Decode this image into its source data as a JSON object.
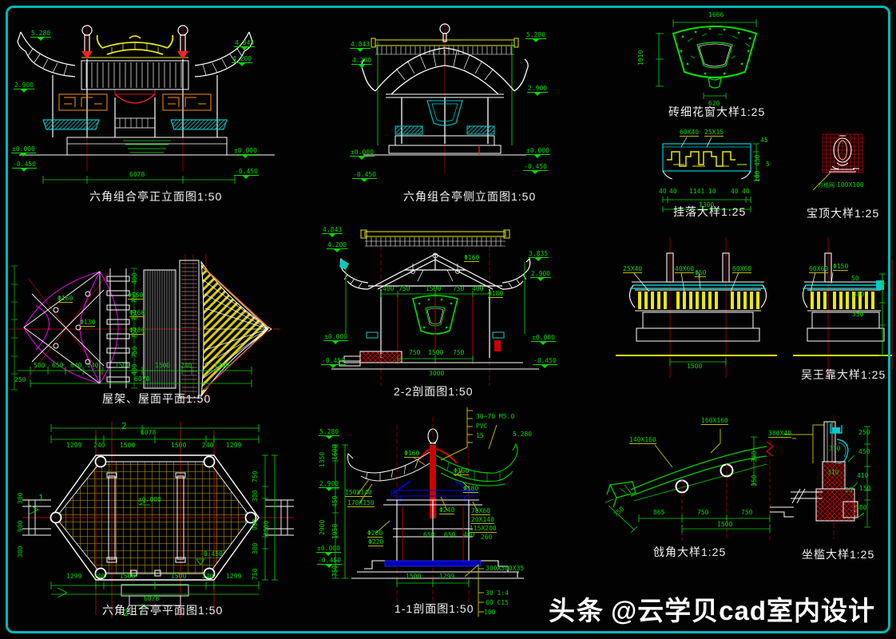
{
  "frame": {
    "watermark_brand": "头条",
    "watermark_handle": "@云学贝cad室内设计"
  },
  "views": {
    "front": {
      "title": "六角组合亭正立面图1:50",
      "levels_left": [
        "5.280",
        "2.900",
        "±0.000",
        "-0.450"
      ],
      "levels_right": [
        "4.843",
        "4.200",
        "±0.000",
        "-0.450"
      ],
      "dim_total": "6078"
    },
    "side": {
      "title": "六角组合亭侧立面图1:50",
      "levels_left": [
        "4.843",
        "4.200",
        "±0.000",
        "-0.450"
      ],
      "levels_right": [
        "5.280",
        "2.900",
        "±0.000",
        "-0.450"
      ]
    },
    "fan_window": {
      "title": "砖细花窗大样1:25",
      "dim_top": "1666",
      "dim_left": "1010",
      "dim_bottom": "620"
    },
    "gualuo": {
      "title": "挂落大样1:25",
      "label_frame": "60X40",
      "label_batten": "25X15",
      "dims_bottom": [
        "40",
        "40",
        "1141",
        "10",
        "40",
        "40"
      ],
      "dim_total": "1300",
      "dims_right": [
        "45",
        "450",
        "100",
        "5"
      ]
    },
    "baoding": {
      "title": "宝顶大样1:25",
      "note_grid": "方格网",
      "note_grid_size": "100X100"
    },
    "roof_plan": {
      "title": "屋架、屋面平面1:50",
      "labels": [
        "Φ160",
        "Φ160",
        "Φ160",
        "Φ130",
        "Φ180"
      ],
      "dims_left": [
        "400",
        "750",
        "750",
        "750",
        "750",
        "400"
      ],
      "dims_bottom": [
        "250",
        "500",
        "650",
        "640",
        "240",
        "1500",
        "1500",
        "240",
        "1299"
      ],
      "dim_total": "6078"
    },
    "section22": {
      "title": "2-2剖面图1:50",
      "levels_left": [
        "4.843",
        "4.200",
        "±0.000",
        "-0.450"
      ],
      "levels_right": [
        "3.835",
        "2.900",
        "±0.000",
        "-0.450"
      ],
      "labels": [
        "Φ160",
        "Φ180"
      ],
      "dims_mid": [
        "400",
        "750",
        "1500",
        "750",
        "400"
      ],
      "dims_bottom": [
        "750",
        "1500",
        "750"
      ],
      "dim_total": "3000"
    },
    "wuwangkao": {
      "title": "吴王靠大样1:25",
      "labels_left": [
        "25X40",
        "40X60",
        "Φ50",
        "60X60"
      ],
      "labels_right": [
        "60X60",
        "Φ150"
      ],
      "dims_right": [
        "50",
        "380",
        "350"
      ],
      "dim_bottom": "1500"
    },
    "plan": {
      "title": "六角组合亭平面图1:50",
      "dim_total_top": "6078",
      "dims_top": [
        "1299",
        "240",
        "1500",
        "1500",
        "240",
        "1299"
      ],
      "dims_bottom": [
        "1299",
        "240",
        "1500",
        "1500",
        "240",
        "1299"
      ],
      "dim_total_bottom": "6078",
      "dims_right": [
        "750",
        "300",
        "900",
        "300",
        "750"
      ],
      "dims_left": [
        "300",
        "900",
        "300"
      ],
      "dim_right_total": "3000",
      "level_center": "±0.000",
      "marker": "-0.450",
      "mark_2": "2",
      "mark_1": "1"
    },
    "section11": {
      "title": "1-1剖面图1:50",
      "levels_left": [
        "5.280",
        "2.900",
        "±0.000",
        "-0.450"
      ],
      "dims_left": [
        "1350",
        "1600",
        "450",
        "1950",
        "2900",
        "750"
      ],
      "labels": {
        "a": "Φ160",
        "b": "Φ160",
        "c": "Φ180",
        "d": "150X140",
        "e": "170X150",
        "f": "Φ240",
        "g": "70X60",
        "h": "20X140",
        "i": "115X200",
        "j": "Φ200",
        "k": "Φ220"
      },
      "dims_mid": [
        "650",
        "650",
        "400",
        "260"
      ],
      "dims_bottom": [
        "1500",
        "1299"
      ],
      "callout_top": [
        "30~70  M5.0",
        "PVC",
        "15"
      ],
      "level_right": "5.280",
      "callout_bottom": [
        "300X300X35",
        "30  1:4",
        "60  C15",
        "100"
      ]
    },
    "qiangjiao": {
      "title": "戗角大样1:25",
      "labels": [
        "160X160",
        "140X160",
        "380X40"
      ],
      "dims_bottom": [
        "865",
        "750",
        "750"
      ],
      "dim_total": "1500",
      "dims_right": [
        "340",
        "350"
      ],
      "dim_diag": "750"
    },
    "zuokan": {
      "title": "坐槛大样1:25",
      "dims_right": [
        "250",
        "450",
        "410",
        "150",
        "380"
      ],
      "labels": [
        "330",
        "310",
        "25"
      ]
    }
  }
}
